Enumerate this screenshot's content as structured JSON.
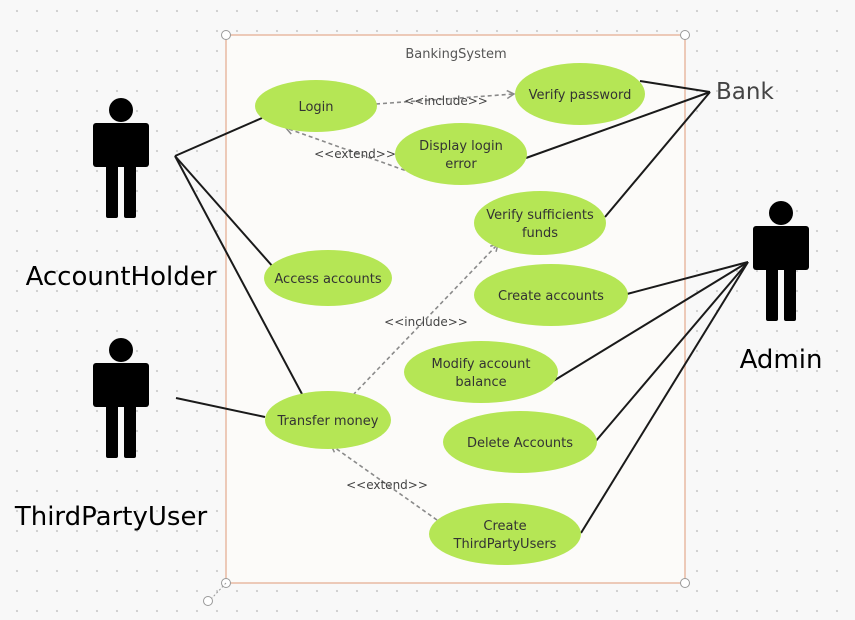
{
  "system": {
    "title": "BankingSystem"
  },
  "actors": {
    "account_holder": "AccountHolder",
    "third_party_user": "ThirdPartyUser",
    "admin": "Admin",
    "bank": "Bank"
  },
  "use_cases": {
    "login": [
      "Login"
    ],
    "verify_password": [
      "Verify password"
    ],
    "display_login_error": [
      "Display login",
      "error"
    ],
    "verify_funds": [
      "Verify sufficients",
      "funds"
    ],
    "access_accounts": [
      "Access accounts"
    ],
    "create_accounts": [
      "Create accounts"
    ],
    "modify_balance": [
      "Modify account",
      "balance"
    ],
    "transfer_money": [
      "Transfer money"
    ],
    "delete_accounts": [
      "Delete Accounts"
    ],
    "create_third_party": [
      "Create",
      "ThirdPartyUsers"
    ]
  },
  "relations": {
    "login_include": "<<include>>",
    "login_extend": "<<extend>>",
    "transfer_include": "<<include>>",
    "transfer_extend": "<<extend>>"
  },
  "colors": {
    "use_case_fill": "#b5e655",
    "boundary_border": "#e8b9a3",
    "boundary_fill": "#fcfbf9",
    "line": "#1a1a1a",
    "dashed": "#8a8a8a"
  }
}
